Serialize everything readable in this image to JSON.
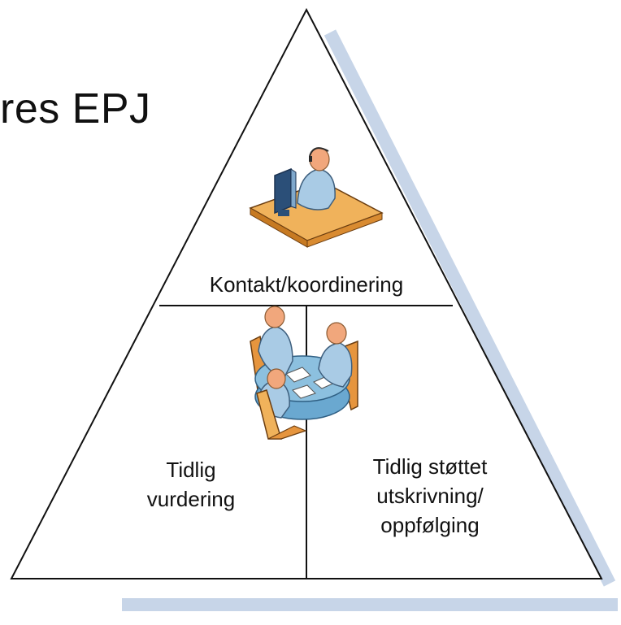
{
  "title": "res EPJ",
  "sections": {
    "top": {
      "label": "Kontakt/koordinering",
      "icon": "call-center-operator-icon"
    },
    "left": {
      "line1": "Tidlig",
      "line2": "vurdering",
      "icon": "team-meeting-icon"
    },
    "right": {
      "line1": "Tidlig støttet",
      "line2": "utskrivning/",
      "line3": "oppfølging"
    }
  },
  "colors": {
    "shadow": "#c7d5e8",
    "outline": "#111111",
    "person_body": "#a9cbe5",
    "person_head": "#f1a77c",
    "desk": "#f0b25b",
    "chair": "#e6953e",
    "table": "#8cc0df"
  }
}
